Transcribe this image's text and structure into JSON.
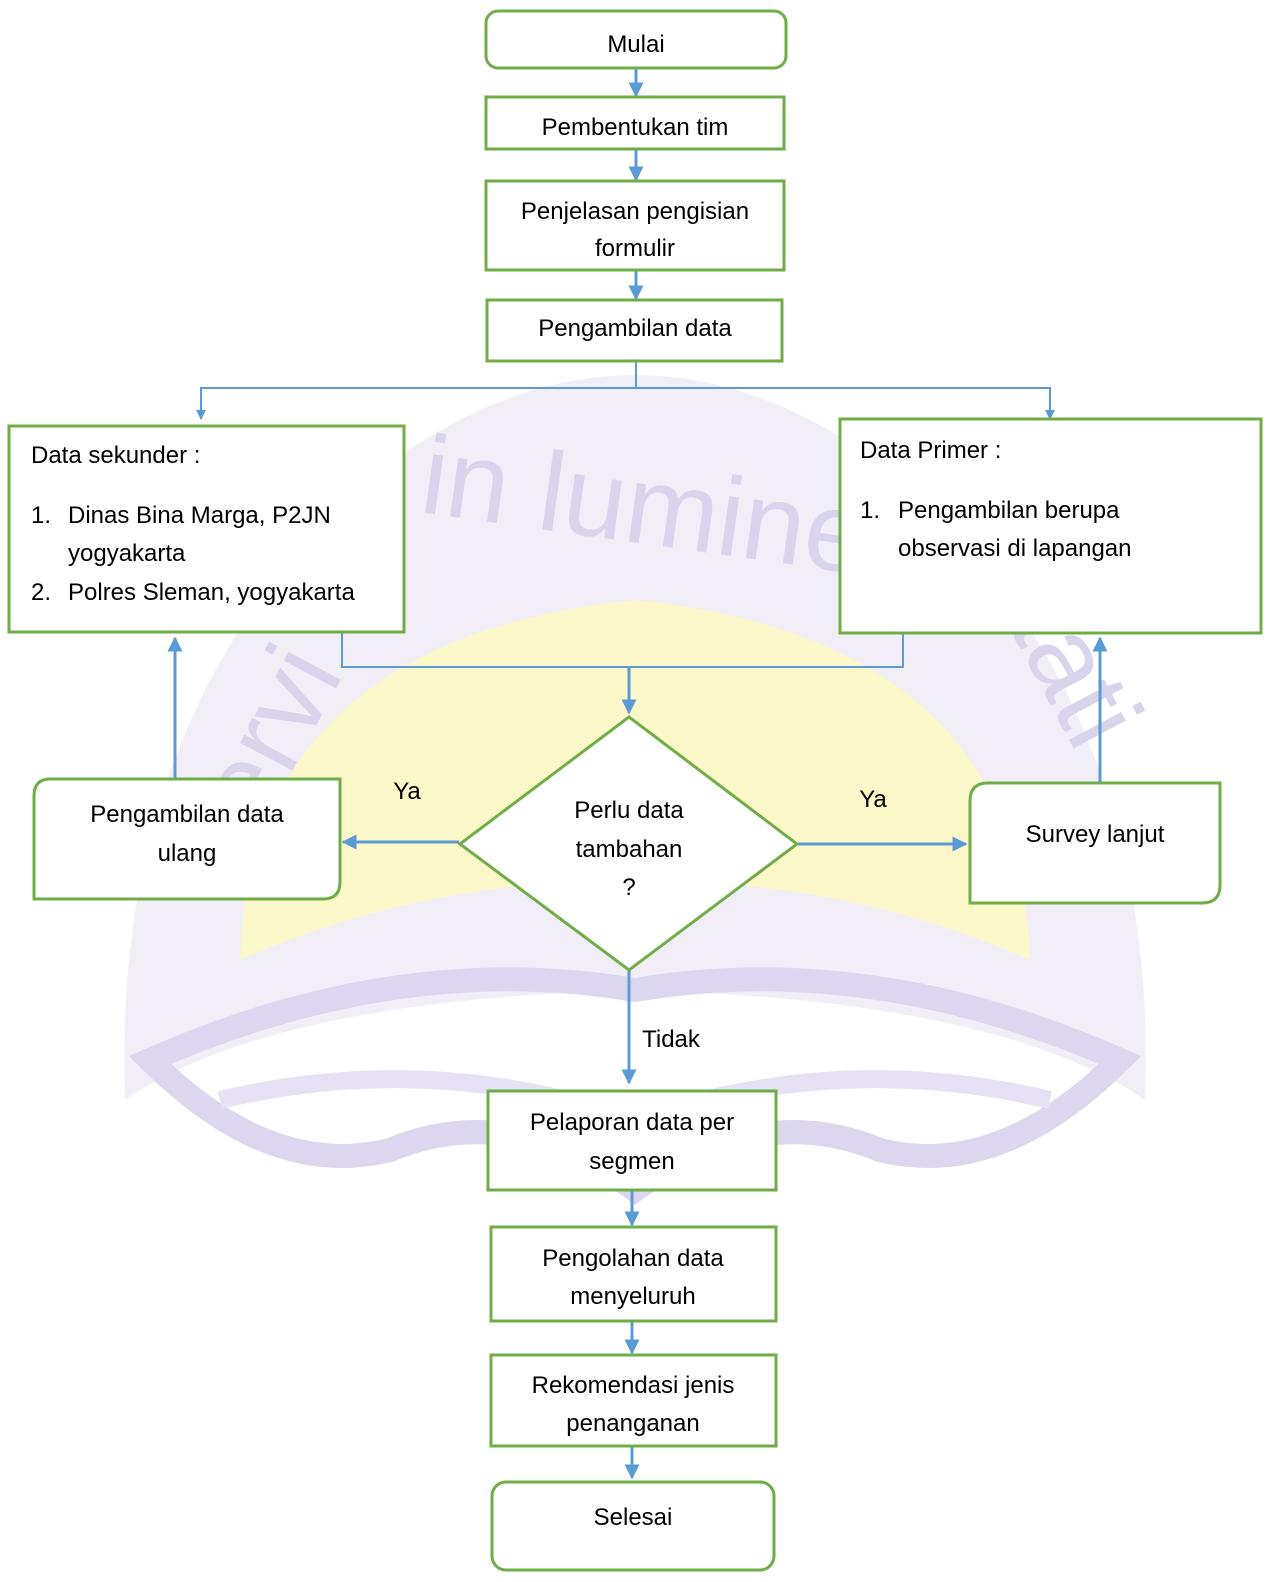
{
  "watermark": {
    "text_top": "in lumine",
    "text_left_fragment": "ervi",
    "text_right_fragment": "itati",
    "colors": {
      "lavender": "#D9D4EC",
      "yellow": "#FCF8C9"
    }
  },
  "colors": {
    "box_stroke": "#70AD47",
    "arrow": "#5B9BD5",
    "text": "#000000"
  },
  "nodes": {
    "start": {
      "label": "Mulai"
    },
    "team": {
      "label": "Pembentukan tim"
    },
    "explain": {
      "lines": [
        "Penjelasan pengisian",
        "formulir"
      ]
    },
    "collect": {
      "label": "Pengambilan data"
    },
    "secondary": {
      "title": "Data sekunder :",
      "items": [
        {
          "num": "1.",
          "lines": [
            "Dinas Bina Marga, P2JN",
            "yogyakarta"
          ]
        },
        {
          "num": "2.",
          "lines": [
            "Polres Sleman, yogyakarta"
          ]
        }
      ]
    },
    "primary": {
      "title": "Data Primer :",
      "items": [
        {
          "num": "1.",
          "lines": [
            "Pengambilan berupa",
            "observasi di lapangan"
          ]
        }
      ]
    },
    "decision": {
      "lines": [
        "Perlu data",
        "tambahan",
        "?"
      ]
    },
    "retake": {
      "lines": [
        "Pengambilan data",
        "ulang"
      ]
    },
    "survey": {
      "label": "Survey lanjut"
    },
    "report": {
      "lines": [
        "Pelaporan data per",
        "segmen"
      ]
    },
    "process": {
      "lines": [
        "Pengolahan data",
        "menyeluruh"
      ]
    },
    "recommend": {
      "lines": [
        "Rekomendasi jenis",
        "penanganan"
      ]
    },
    "end": {
      "label": "Selesai"
    }
  },
  "edge_labels": {
    "yes_left": "Ya",
    "yes_right": "Ya",
    "no": "Tidak"
  }
}
